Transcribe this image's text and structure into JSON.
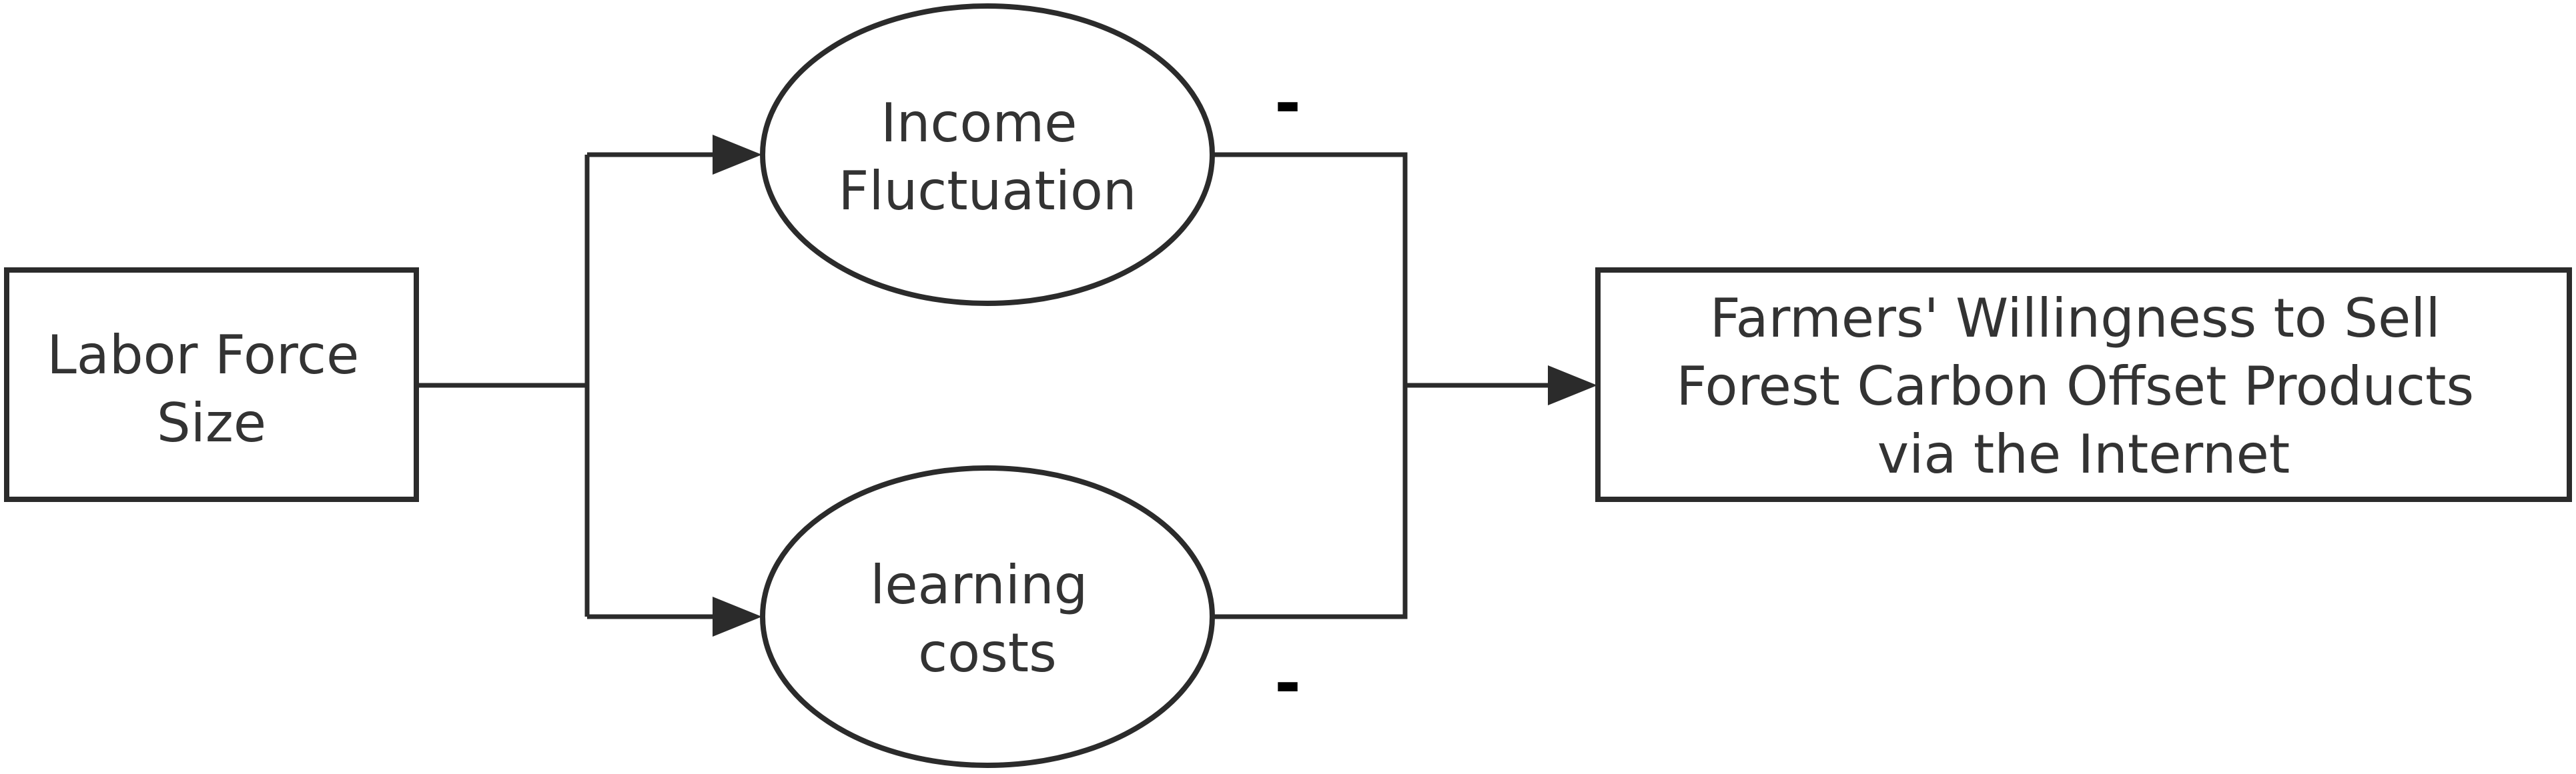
{
  "nodes": {
    "labor": {
      "lines": [
        "Labor Force",
        "Size"
      ]
    },
    "income": {
      "lines": [
        "Income",
        "Fluctuation"
      ]
    },
    "learning": {
      "lines": [
        "learning",
        "costs"
      ]
    },
    "willingness": {
      "lines": [
        "Farmers' Willingness to Sell",
        "Forest Carbon Offset Products",
        "via the Internet"
      ]
    }
  },
  "signs": {
    "income_effect": "-",
    "learning_effect": "-"
  },
  "colors": {
    "stroke": "#2b2b2b",
    "text": "#333333",
    "background": "#ffffff"
  }
}
